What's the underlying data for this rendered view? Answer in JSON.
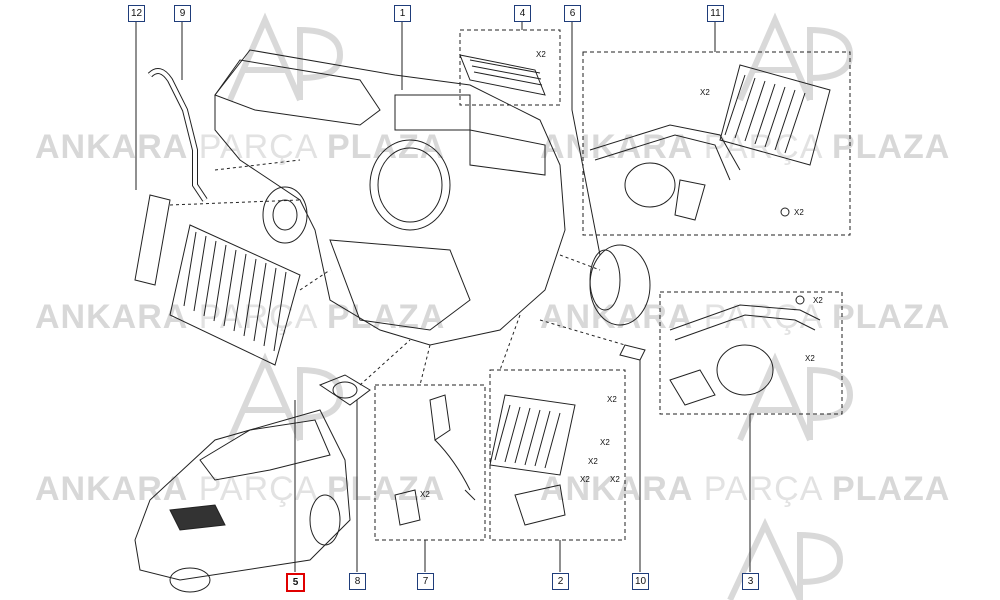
{
  "watermark": {
    "brand_a": "ANKARA",
    "brand_b": "PARÇA",
    "brand_c": "PLAZA",
    "logo_letters": "AP"
  },
  "callouts": {
    "c1": "1",
    "c2": "2",
    "c3": "3",
    "c4": "4",
    "c5": "5",
    "c6": "6",
    "c7": "7",
    "c8": "8",
    "c9": "9",
    "c10": "10",
    "c11": "11",
    "c12": "12"
  },
  "highlighted_callout": "5",
  "qty_labels": {
    "q4": "X2",
    "q11a": "X2",
    "q11b": "X2",
    "q3a": "X2",
    "q3b": "X2",
    "q2a": "X2",
    "q2b": "X2",
    "q2c": "X2",
    "q2d": "X2",
    "q2e": "X2",
    "q7": "X2"
  },
  "colors": {
    "callout_border": "#1f3d7a",
    "highlight": "#e00000",
    "line": "#222222",
    "watermark": "#d8d8d8"
  }
}
